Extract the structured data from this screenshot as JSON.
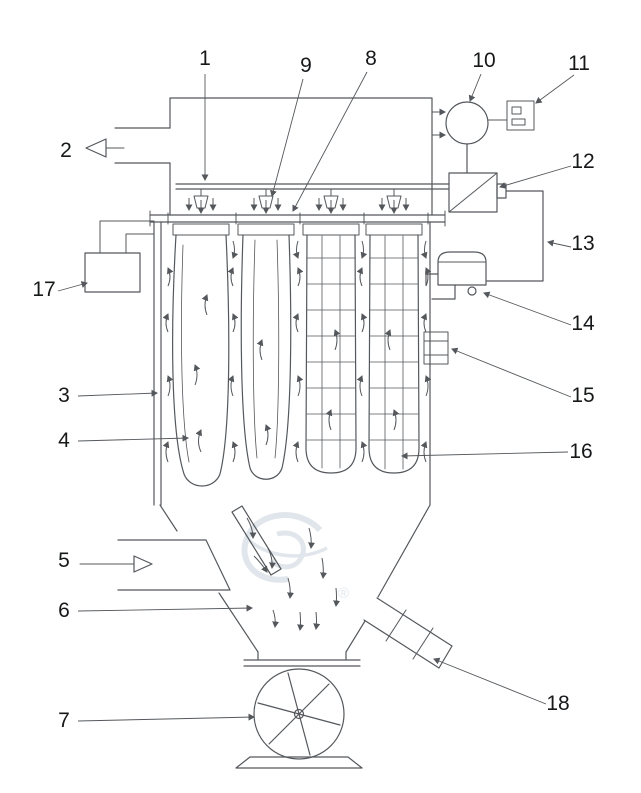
{
  "diagram": {
    "labels": [
      {
        "text": "1"
      },
      {
        "text": "2"
      },
      {
        "text": "3"
      },
      {
        "text": "4"
      },
      {
        "text": "5"
      },
      {
        "text": "6"
      },
      {
        "text": "7"
      },
      {
        "text": "8"
      },
      {
        "text": "9"
      },
      {
        "text": "10"
      },
      {
        "text": "11"
      },
      {
        "text": "12"
      },
      {
        "text": "13"
      },
      {
        "text": "14"
      },
      {
        "text": "15"
      },
      {
        "text": "16"
      },
      {
        "text": "17"
      },
      {
        "text": "18"
      }
    ],
    "watermark": {
      "symbol": "®"
    }
  },
  "colors": {
    "line": "#54585c",
    "label": "#17181a",
    "watermark": "#c3cfd8",
    "background": "#ffffff"
  }
}
